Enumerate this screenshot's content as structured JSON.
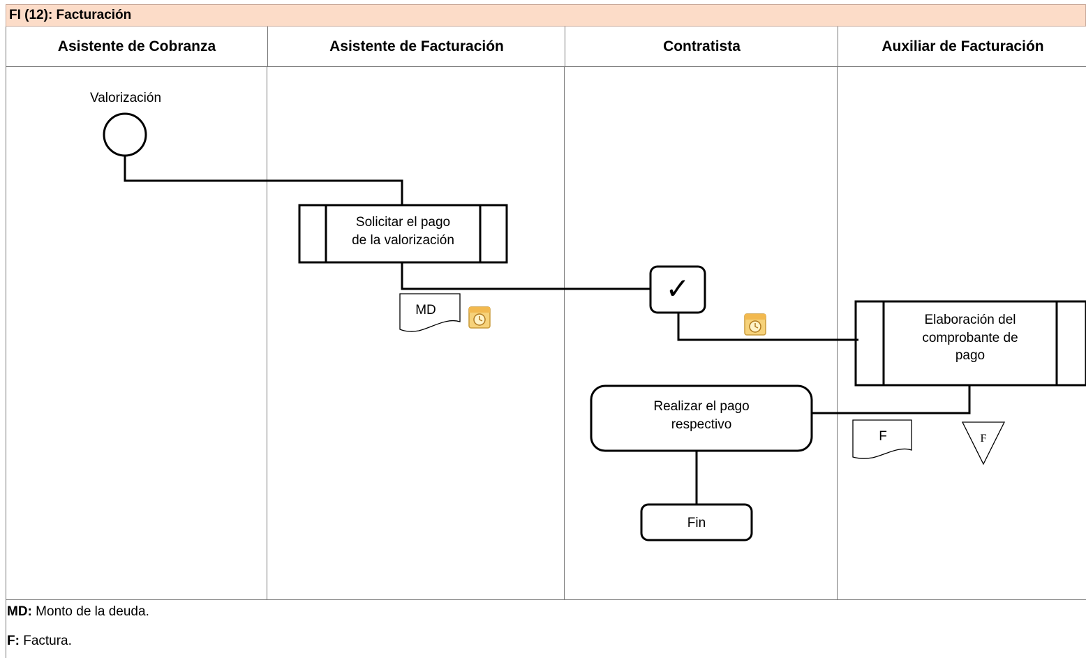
{
  "title": "FI (12): Facturación",
  "lanes": [
    "Asistente de Cobranza",
    "Asistente de Facturación",
    "Contratista",
    "Auxiliar de Facturación"
  ],
  "nodes": {
    "start_label": "Valorización",
    "solicitar_line1": "Solicitar el pago",
    "solicitar_line2": "de la valorización",
    "doc_md": "MD",
    "check_symbol": "✓",
    "elaboracion_line1": "Elaboración del",
    "elaboracion_line2": "comprobante de",
    "elaboracion_line3": "pago",
    "realizar_line1": "Realizar el pago",
    "realizar_line2": "respectivo",
    "doc_f": "F",
    "archive_f": "F",
    "fin": "Fin"
  },
  "legend": [
    {
      "key": "MD:",
      "text": " Monto de la deuda."
    },
    {
      "key": "F:",
      "text": " Factura."
    }
  ]
}
